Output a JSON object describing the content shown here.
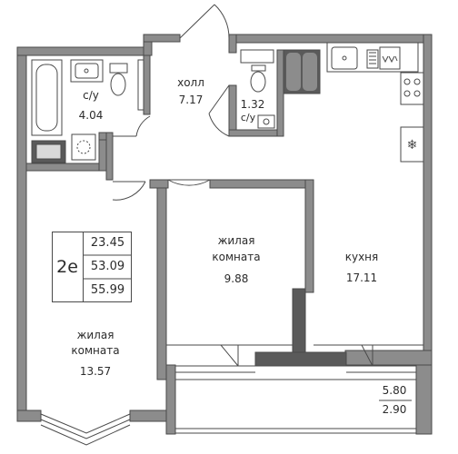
{
  "rooms": {
    "bathroom_main": {
      "name": "с/у",
      "area": "4.04"
    },
    "hall": {
      "name": "холл",
      "area": "7.17"
    },
    "bathroom_small": {
      "area": "1.32",
      "name": "с/у"
    },
    "bedroom": {
      "name_line1": "жилая",
      "name_line2": "комната",
      "area": "9.88"
    },
    "kitchen": {
      "name": "кухня",
      "area": "17.11"
    },
    "living_room": {
      "name_line1": "жилая",
      "name_line2": "комната",
      "area": "13.57"
    }
  },
  "apartment": {
    "type": "2е",
    "living_area": "23.45",
    "total_area": "53.09",
    "total_with_balcony": "55.99"
  },
  "balcony": {
    "area_full": "5.80",
    "area_reduced": "2.90"
  },
  "colors": {
    "wall": "#8c8c8c",
    "wall_dark": "#5a5a5a",
    "line": "#4a4a4a",
    "fixture": "#d9d9d9"
  }
}
